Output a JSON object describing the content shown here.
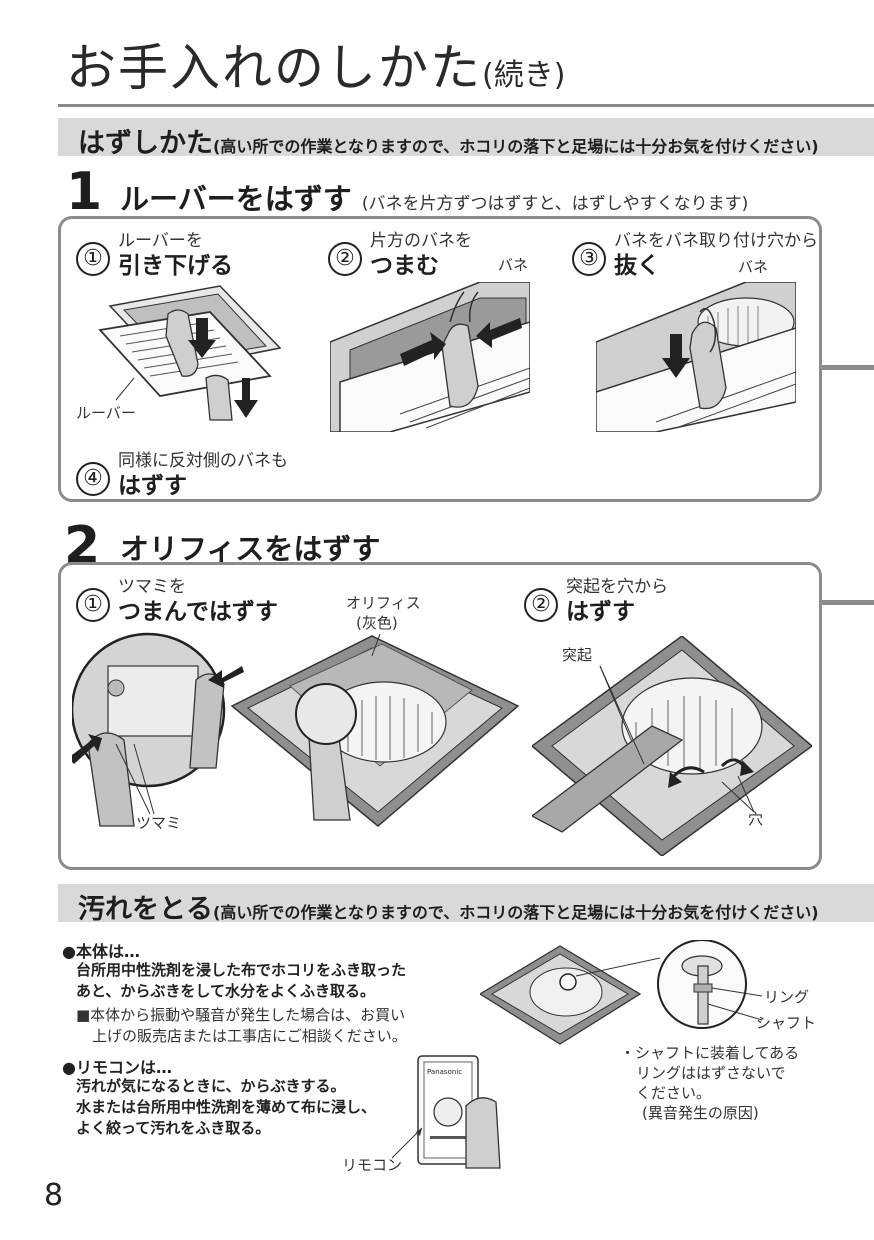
{
  "page": {
    "title": "お手入れのしかた",
    "title_sub": "(続き)",
    "page_number": "8"
  },
  "removal": {
    "heading": "はずしかた",
    "heading_note": "(高い所での作業となりますので、ホコリの落下と足場には十分お気を付けください)",
    "step1": {
      "number": "1",
      "title": "ルーバーをはずす",
      "note": "(バネを片方ずつはずすと、はずしやすくなります)",
      "substeps": [
        {
          "num": "①",
          "small": "ルーバーを",
          "big": "引き下げる"
        },
        {
          "num": "②",
          "small": "片方のバネを",
          "big": "つまむ"
        },
        {
          "num": "③",
          "small": "バネをバネ取り付け穴から",
          "big": "抜く"
        },
        {
          "num": "④",
          "small": "同様に反対側のバネも",
          "big": "はずす"
        }
      ],
      "labels": {
        "louver": "ルーバー",
        "spring_a": "バネ",
        "spring_b": "バネ"
      }
    },
    "step2": {
      "number": "2",
      "title": "オリフィスをはずす",
      "substeps": [
        {
          "num": "①",
          "small": "ツマミを",
          "big": "つまんではずす"
        },
        {
          "num": "②",
          "small": "突起を穴から",
          "big": "はずす"
        }
      ],
      "labels": {
        "orifice": "オリフィス",
        "orifice_color": "(灰色)",
        "knob": "ツマミ",
        "protrusion": "突起",
        "hole": "穴"
      }
    }
  },
  "cleaning": {
    "heading": "汚れをとる",
    "heading_note": "(高い所での作業となりますので、ホコリの落下と足場には十分お気を付けください)",
    "body": {
      "head": "●本体は…",
      "lines": [
        "台所用中性洗剤を浸した布でホコリをふき取った",
        "あと、からぶきをして水分をよくふき取る。"
      ],
      "note_lines": [
        "■本体から振動や騒音が発生した場合は、お買い",
        "上げの販売店または工事店にご相談ください。"
      ]
    },
    "remote": {
      "head": "●リモコンは…",
      "lines": [
        "汚れが気になるときに、からぶきする。",
        "水または台所用中性洗剤を薄めて布に浸し、",
        "よく絞って汚れをふき取る。"
      ],
      "label": "リモコン",
      "brand": "Panasonic"
    },
    "detail": {
      "ring": "リング",
      "shaft": "シャフト",
      "note_lines": [
        "・シャフトに装着してある",
        "リングははずさないで",
        "ください。",
        "(異音発生の原因)"
      ]
    }
  }
}
